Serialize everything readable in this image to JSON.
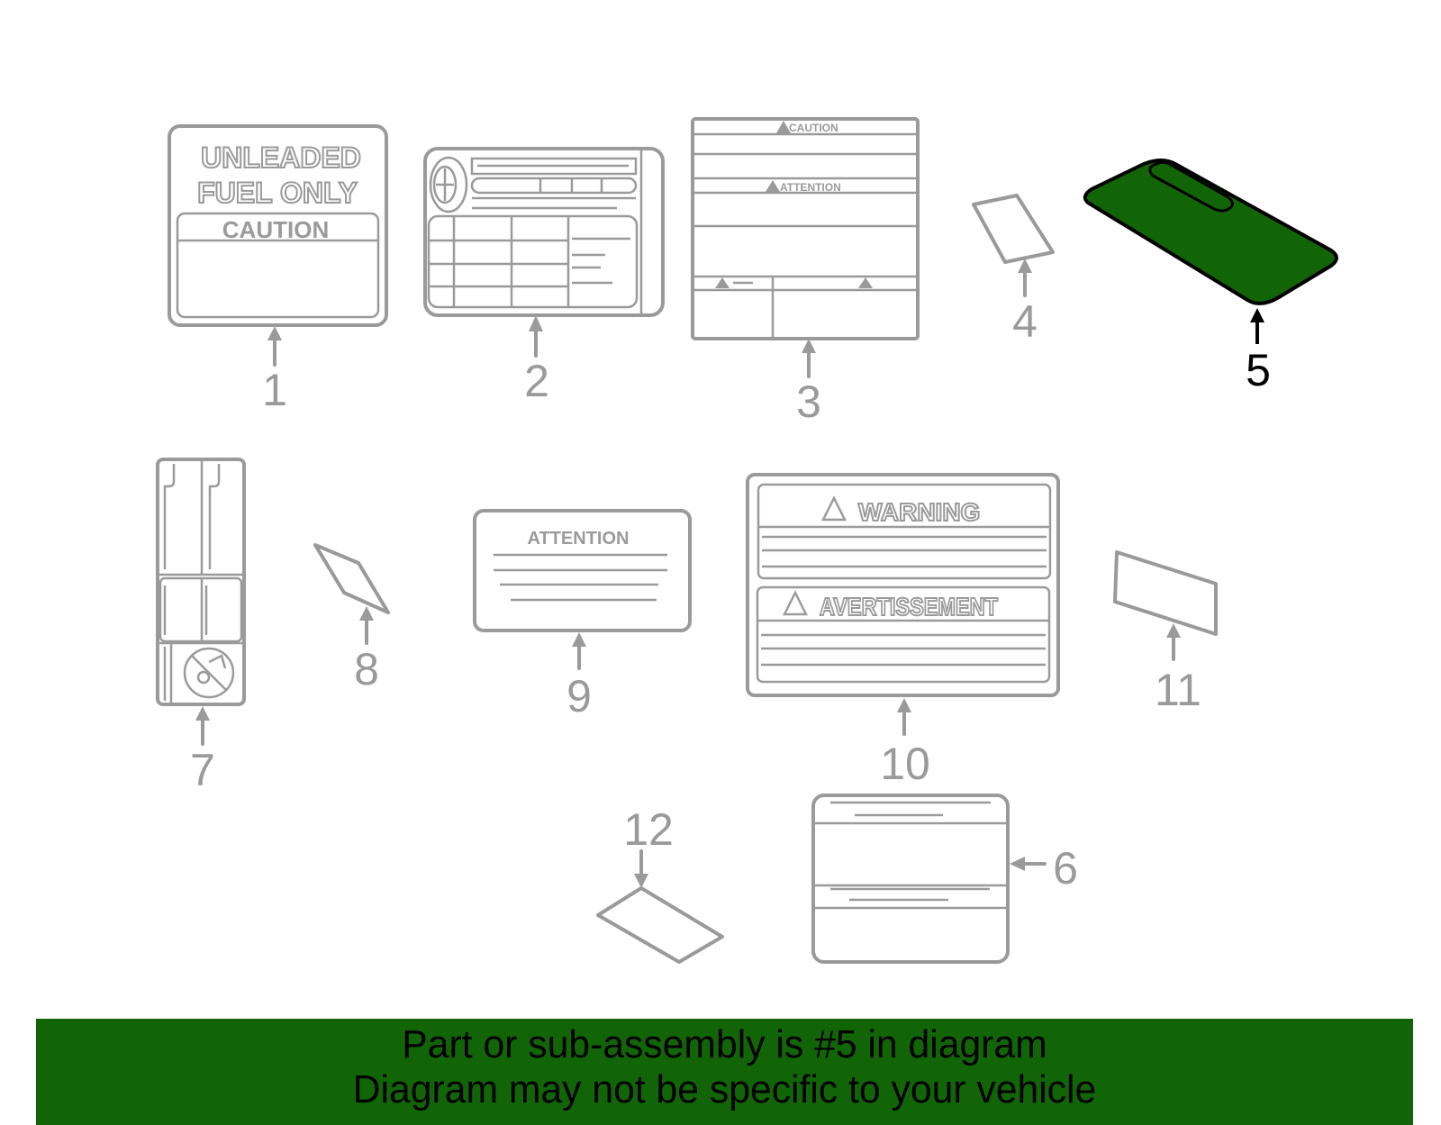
{
  "diagram": {
    "selected_part": "5",
    "colors": {
      "outline_gray": "#9a9a9a",
      "highlight_green": "#126506",
      "highlight_stroke": "#000000",
      "banner_bg": "#126506",
      "banner_text": "#000000"
    },
    "parts": [
      {
        "number": "1",
        "name": "fuel-label",
        "texts": [
          "UNLEADED",
          "FUEL ONLY",
          "CAUTION"
        ]
      },
      {
        "number": "2",
        "name": "tire-pressure-label",
        "texts": []
      },
      {
        "number": "3",
        "name": "caution-attention-label",
        "texts": [
          "CAUTION",
          "ATTENTION"
        ]
      },
      {
        "number": "4",
        "name": "small-label-4",
        "texts": []
      },
      {
        "number": "5",
        "name": "highlighted-label-5",
        "texts": [],
        "highlighted": true
      },
      {
        "number": "6",
        "name": "label-6",
        "texts": []
      },
      {
        "number": "7",
        "name": "airbag-label",
        "texts": []
      },
      {
        "number": "8",
        "name": "small-label-8",
        "texts": []
      },
      {
        "number": "9",
        "name": "attention-label",
        "texts": [
          "ATTENTION"
        ]
      },
      {
        "number": "10",
        "name": "warning-label",
        "texts": [
          "WARNING",
          "AVERTISSEMENT"
        ]
      },
      {
        "number": "11",
        "name": "small-label-11",
        "texts": []
      },
      {
        "number": "12",
        "name": "small-label-12",
        "texts": []
      }
    ],
    "labels": {
      "p1_line1": "UNLEADED",
      "p1_line2": "FUEL ONLY",
      "p1_caution": "CAUTION",
      "p3_caution": "CAUTION",
      "p3_attention": "ATTENTION",
      "p9_attention": "ATTENTION",
      "p10_warning": "WARNING",
      "p10_avertissement": "AVERTISSEMENT"
    },
    "callouts": {
      "n1": "1",
      "n2": "2",
      "n3": "3",
      "n4": "4",
      "n5": "5",
      "n6": "6",
      "n7": "7",
      "n8": "8",
      "n9": "9",
      "n10": "10",
      "n11": "11",
      "n12": "12"
    }
  },
  "banner": {
    "line1": "Part or sub-assembly is #5 in diagram",
    "line2": "Diagram may not be specific to your vehicle"
  }
}
